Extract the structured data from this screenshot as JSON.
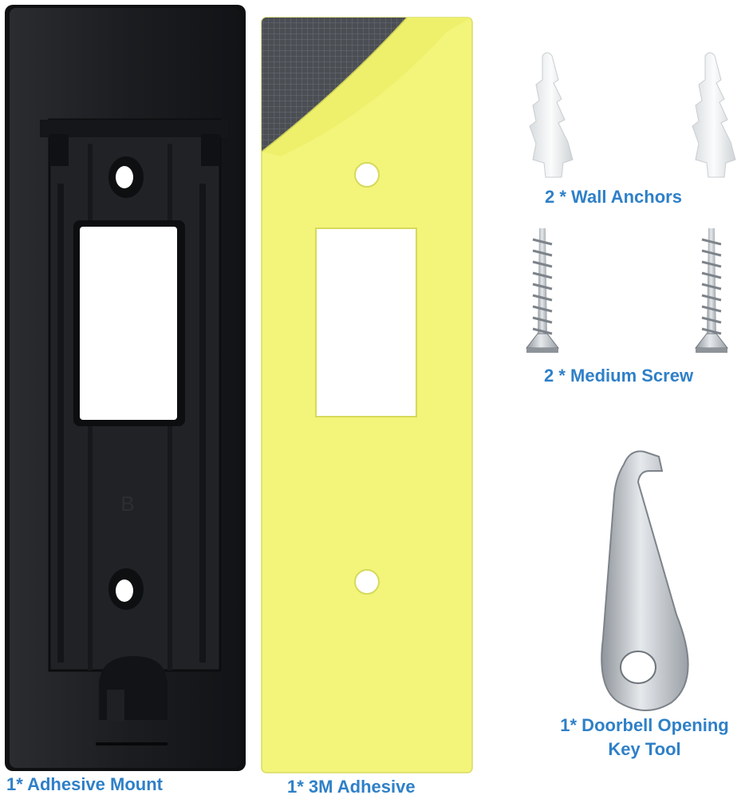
{
  "labels": {
    "adhesive_mount": "1* Adhesive Mount",
    "adhesive_3m": "1* 3M Adhesive",
    "wall_anchors": "2 * Wall Anchors",
    "medium_screw": "2 * Medium Screw",
    "key_tool_line1": "1* Doorbell Opening",
    "key_tool_line2": "Key Tool"
  },
  "colors": {
    "label_text": "#2f80c8",
    "mount_body": "#1d1f22",
    "adhesive_yellow": "#f2f57a",
    "liner_gray": "#4a4d52",
    "anchor_white": "#eef0f2",
    "metal": "#b9bec4"
  },
  "icons": [
    "adhesive-mount-bracket",
    "3m-adhesive-pad",
    "wall-anchor",
    "screw",
    "key-tool"
  ]
}
